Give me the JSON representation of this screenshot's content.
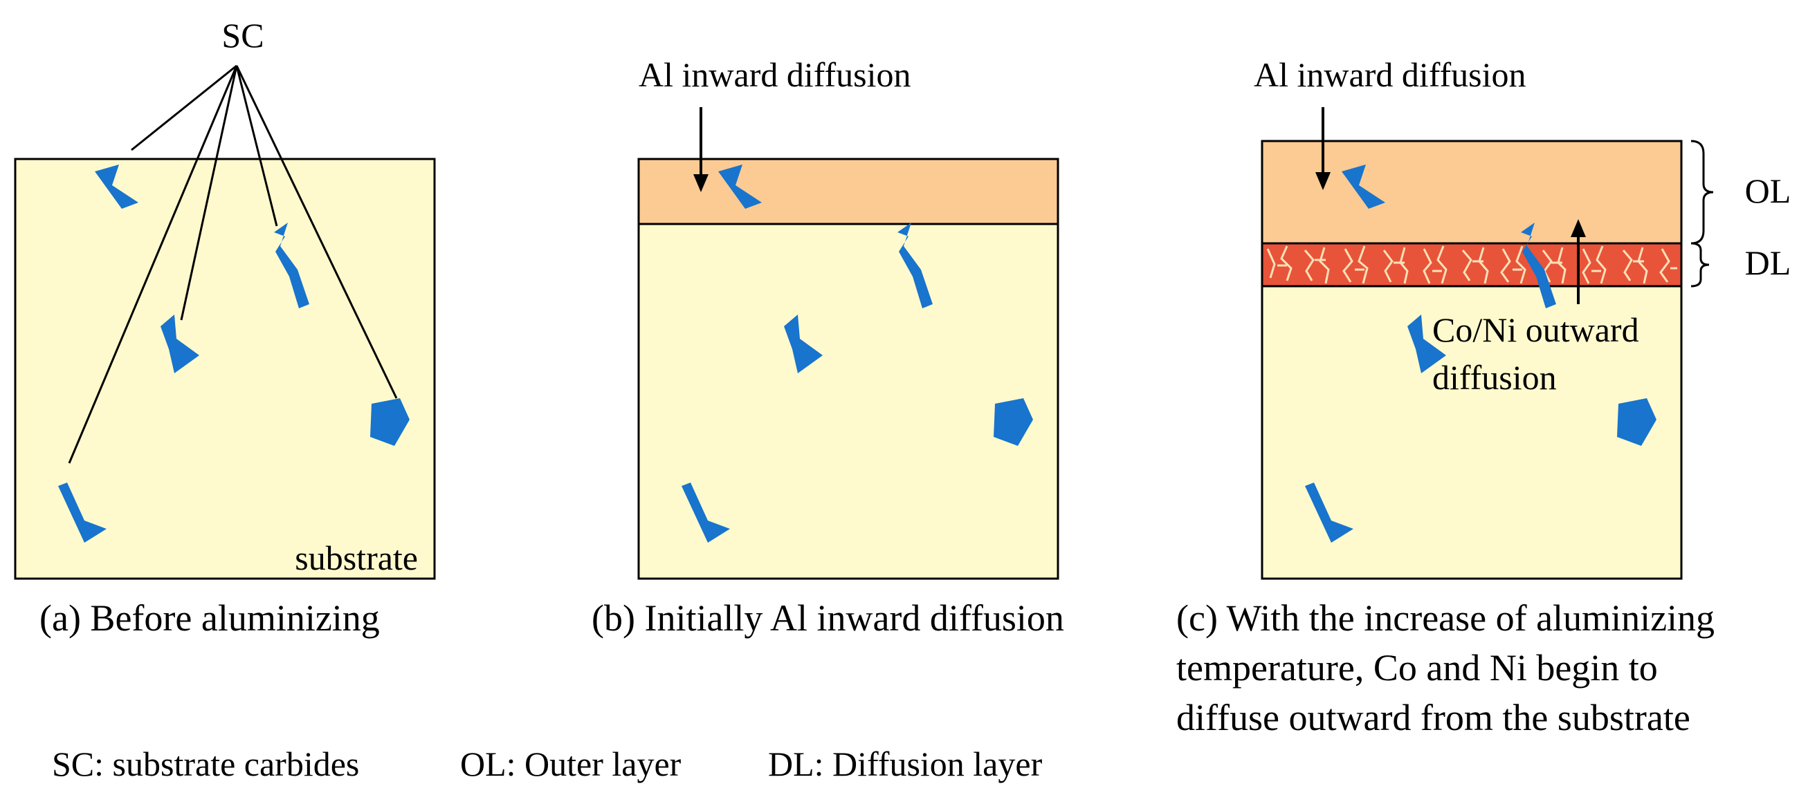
{
  "labels": {
    "sc_top": "SC",
    "substrate": "substrate",
    "al_inward_b": "Al inward diffusion",
    "al_inward_c": "Al inward diffusion",
    "ol": "OL",
    "dl": "DL",
    "co_ni_line1": "Co/Ni outward",
    "co_ni_line2": "diffusion"
  },
  "captions": {
    "a": "(a) Before aluminizing",
    "b": "(b) Initially Al inward diffusion",
    "c_line1": "(c) With the increase of aluminizing",
    "c_line2": "temperature, Co and Ni begin to",
    "c_line3": "diffuse outward from the substrate"
  },
  "legend": {
    "sc": "SC: substrate carbides",
    "ol": "OL: Outer layer",
    "dl": "DL: Diffusion layer"
  },
  "colors": {
    "substrate": "#FFFACD",
    "outer_layer": "#FBCB93",
    "diffusion_layer": "#E8543A",
    "carbide": "#1874CD",
    "outline": "#000000"
  }
}
